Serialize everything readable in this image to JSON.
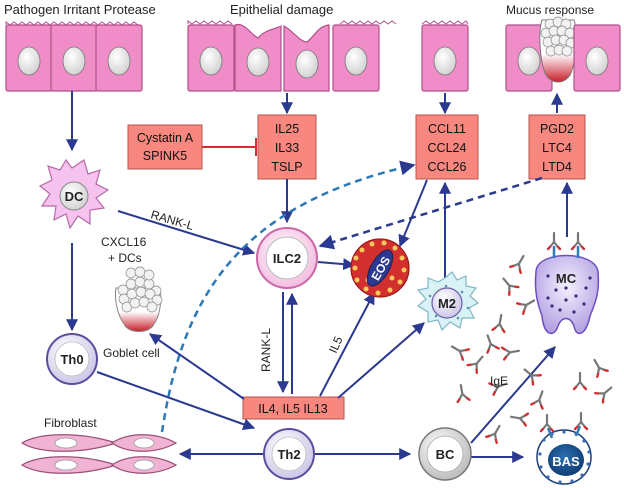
{
  "headers": {
    "pathogen": "Pathogen Irritant Protease",
    "epithelial": "Epithelial damage",
    "mucus": "Mucus response"
  },
  "boxes": {
    "inhibitors": [
      "Cystatin A",
      "SPINK5"
    ],
    "alarmins": [
      "IL25",
      "IL33",
      "TSLP"
    ],
    "chemokines": [
      "CCL11",
      "CCL24",
      "CCL26"
    ],
    "lipids": [
      "PGD2",
      "LTC4",
      "LTD4"
    ],
    "th2_cytokines": "IL4, IL5 IL13"
  },
  "cells": {
    "dc": "DC",
    "ilc2": "ILC2",
    "eos": "EOS",
    "m2": "M2",
    "mc": "MC",
    "th0": "Th0",
    "th2": "Th2",
    "bc": "BC",
    "bas": "BAS"
  },
  "labels": {
    "rankl_top": "RANK-L",
    "cxcl16": "CXCL16",
    "plus_dcs": "+ DCs",
    "goblet": "Goblet cell",
    "rankl_side": "RANK-L",
    "il5": "IL5",
    "fibroblast": "Fibroblast",
    "ige": "IgE"
  },
  "colors": {
    "epithelium": "#f08cc8",
    "epithelium_edge": "#b0508a",
    "box_fill": "#f7877f",
    "arrow": "#2b3990",
    "dashed": "#2a78b8",
    "inhibit": "#d32f2f"
  }
}
